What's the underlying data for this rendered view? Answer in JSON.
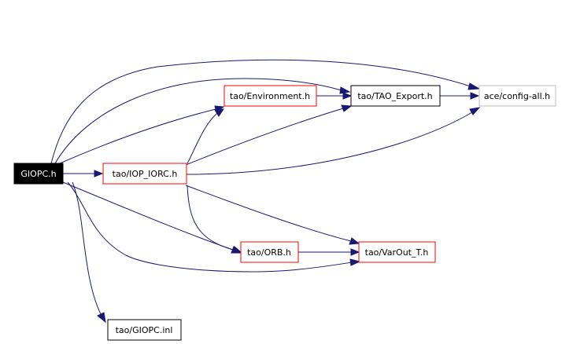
{
  "diagram": {
    "nodes": {
      "giopc_h": {
        "label": "GIOPC.h",
        "style": "root"
      },
      "iop_iorc_h": {
        "label": "tao/IOP_IORC.h",
        "style": "red"
      },
      "environment_h": {
        "label": "tao/Environment.h",
        "style": "red"
      },
      "tao_export_h": {
        "label": "tao/TAO_Export.h",
        "style": "black"
      },
      "config_all_h": {
        "label": "ace/config-all.h",
        "style": "grey"
      },
      "orb_h": {
        "label": "tao/ORB.h",
        "style": "red"
      },
      "varout_t_h": {
        "label": "tao/VarOut_T.h",
        "style": "red"
      },
      "giopc_inl": {
        "label": "tao/GIOPC.inl",
        "style": "black"
      }
    },
    "edges": [
      {
        "from": "giopc_h",
        "to": "iop_iorc_h"
      },
      {
        "from": "giopc_h",
        "to": "environment_h"
      },
      {
        "from": "giopc_h",
        "to": "tao_export_h"
      },
      {
        "from": "giopc_h",
        "to": "config_all_h"
      },
      {
        "from": "giopc_h",
        "to": "orb_h"
      },
      {
        "from": "giopc_h",
        "to": "varout_t_h"
      },
      {
        "from": "giopc_h",
        "to": "giopc_inl"
      },
      {
        "from": "iop_iorc_h",
        "to": "environment_h"
      },
      {
        "from": "iop_iorc_h",
        "to": "tao_export_h"
      },
      {
        "from": "iop_iorc_h",
        "to": "config_all_h"
      },
      {
        "from": "iop_iorc_h",
        "to": "orb_h"
      },
      {
        "from": "iop_iorc_h",
        "to": "varout_t_h"
      },
      {
        "from": "environment_h",
        "to": "tao_export_h"
      },
      {
        "from": "tao_export_h",
        "to": "config_all_h"
      },
      {
        "from": "orb_h",
        "to": "varout_t_h"
      }
    ],
    "colors": {
      "edge": "#191970",
      "red_border": "#ff0000",
      "grey_border": "#bfbfbf",
      "black_border": "#000000",
      "root_fill": "#000000",
      "root_text": "#ffffff"
    }
  }
}
